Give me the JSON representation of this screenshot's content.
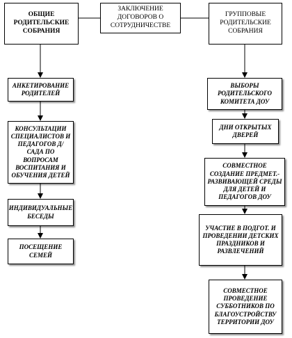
{
  "top": {
    "left": "ОБЩИЕ РОДИТЕЛЬСКИЕ СОБРАНИЯ",
    "center": "ЗАКЛЮЧЕНИЕ ДОГОВОРОВ О СОТРУДНИЧЕСТВЕ",
    "right": "ГРУППОВЫЕ РОДИТЕЛЬСКИЕ СОБРАНИЯ"
  },
  "left_chain": [
    "АНКЕТИРОВАНИЕ РОДИТЕЛЕЙ",
    "КОНСУЛЬТАЦИИ СПЕЦИАЛИСТОВ И ПЕДАГОГОВ Д/САДА ПО ВОПРОСАМ ВОСПИТАНИЯ И ОБУЧЕНИЯ ДЕТЕЙ",
    "ИНДИВИДУАЛЬНЫЕ БЕСЕДЫ",
    "ПОСЕЩЕНИЕ СЕМЕЙ"
  ],
  "right_chain": [
    "ВЫБОРЫ РОДИТЕЛЬСКОГО КОМИТЕТА ДОУ",
    "ДНИ ОТКРЫТЫХ ДВЕРЕЙ",
    "СОВМЕСТНОЕ СОЗДАНИЕ ПРЕДМЕТ.-РАЗВИВАЮЩЕЙ СРЕДЫ ДЛЯ ДЕТЕЙ И ПЕДАГОГОВ ДОУ",
    "УЧАСТИЕ В ПОДГОТ. И ПРОВЕДЕНИИ ДЕТСКИХ ПРАЗДНИКОВ И РАЗВЛЕЧЕНИЙ",
    "СОВМЕСТНОЕ ПРОВЕДЕНИЕ СУББОТНИКОВ ПО БЛАГОУСТРОЙСТВУ ТЕРРИТОРИИ ДОУ"
  ]
}
